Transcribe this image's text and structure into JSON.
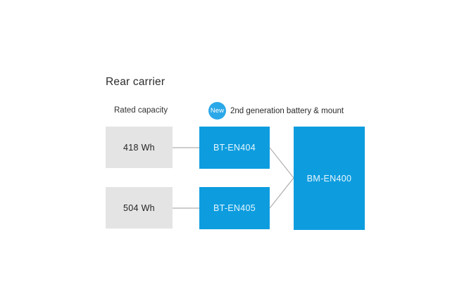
{
  "diagram": {
    "title": "Rear carrier",
    "colors": {
      "accent_blue": "#0d9ddf",
      "badge_blue": "#2ba8e8",
      "capacity_gray": "#e4e4e4",
      "connector_gray": "#9b9b9b",
      "text_dark": "#2b2b2b",
      "text_on_blue": "#e9f6fd",
      "background": "#ffffff"
    },
    "columns": {
      "capacity_header": "Rated capacity",
      "battery_header": {
        "badge": "New",
        "label": "2nd generation battery & mount"
      }
    },
    "nodes": {
      "capacities": [
        {
          "label": "418 Wh"
        },
        {
          "label": "504 Wh"
        }
      ],
      "batteries": [
        {
          "label": "BT-EN404"
        },
        {
          "label": "BT-EN405"
        }
      ],
      "mounts": [
        {
          "label": "BM-EN400"
        }
      ]
    }
  }
}
